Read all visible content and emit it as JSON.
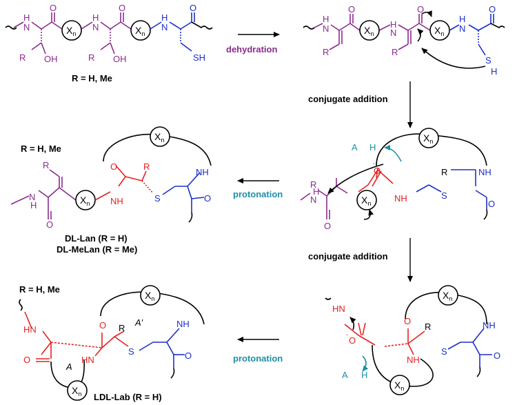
{
  "labels": {
    "r_top": "R = H, Me",
    "r_mid": "R = H, Me",
    "r_bot": "R = H, Me",
    "dehydration": "dehydration",
    "conjugate_addition": "conjugate addition",
    "protonation": "protonation",
    "dl_lan": "DL-Lan (R = H)",
    "dl_melan": "DL-MeLan (R = Me)",
    "ldl_lab": "LDL-Lab (R = H)"
  },
  "atoms": {
    "nh": "NH",
    "hn": "HN",
    "h": "H",
    "n": "N",
    "o": "O",
    "o_minus": "O",
    "oh": "OH",
    "sh": "SH",
    "s": "S",
    "r": "R",
    "x": "X",
    "n_sub": "n",
    "a": "A",
    "minus": "-",
    "ring_a": "A",
    "ring_a_prime": "A′"
  },
  "colors": {
    "purple": "#8B2A8F",
    "blue": "#1A2FC8",
    "red": "#E5201F",
    "teal": "#1B8FA8",
    "black": "#000000"
  }
}
